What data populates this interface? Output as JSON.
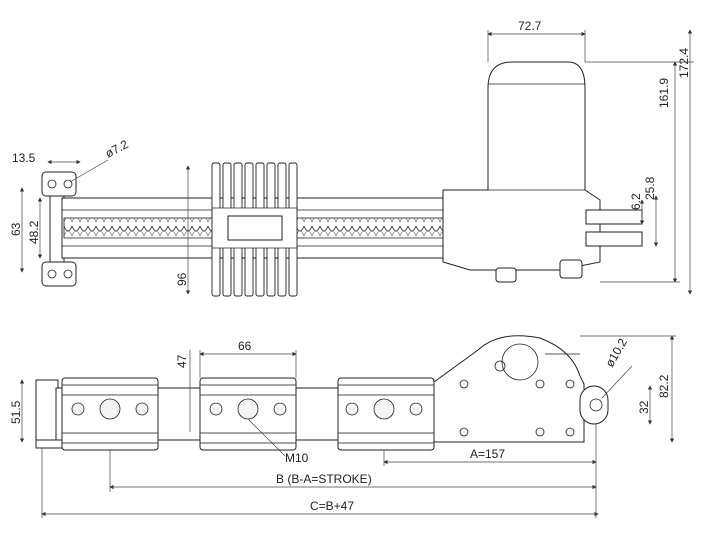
{
  "dimensions": {
    "motor_width": "72.7",
    "hole_spacing": "13.5",
    "hole_dia_top": "ø7.2",
    "height_161": "161.9",
    "height_172": "172.4",
    "offset_6": "6.2",
    "offset_25": "25.8",
    "bracket_63": "63",
    "bracket_48": "48.2",
    "carriage_96": "96",
    "gap_47": "47",
    "pitch_66": "66",
    "left_51": "51.5",
    "thread_m10": "M10",
    "hole_dia_bottom": "ø10.2",
    "pin_32": "32",
    "total_82": "82.2",
    "a_157": "A=157",
    "b_stroke": "B (B-A=STROKE)",
    "c_total": "C=B+47"
  }
}
